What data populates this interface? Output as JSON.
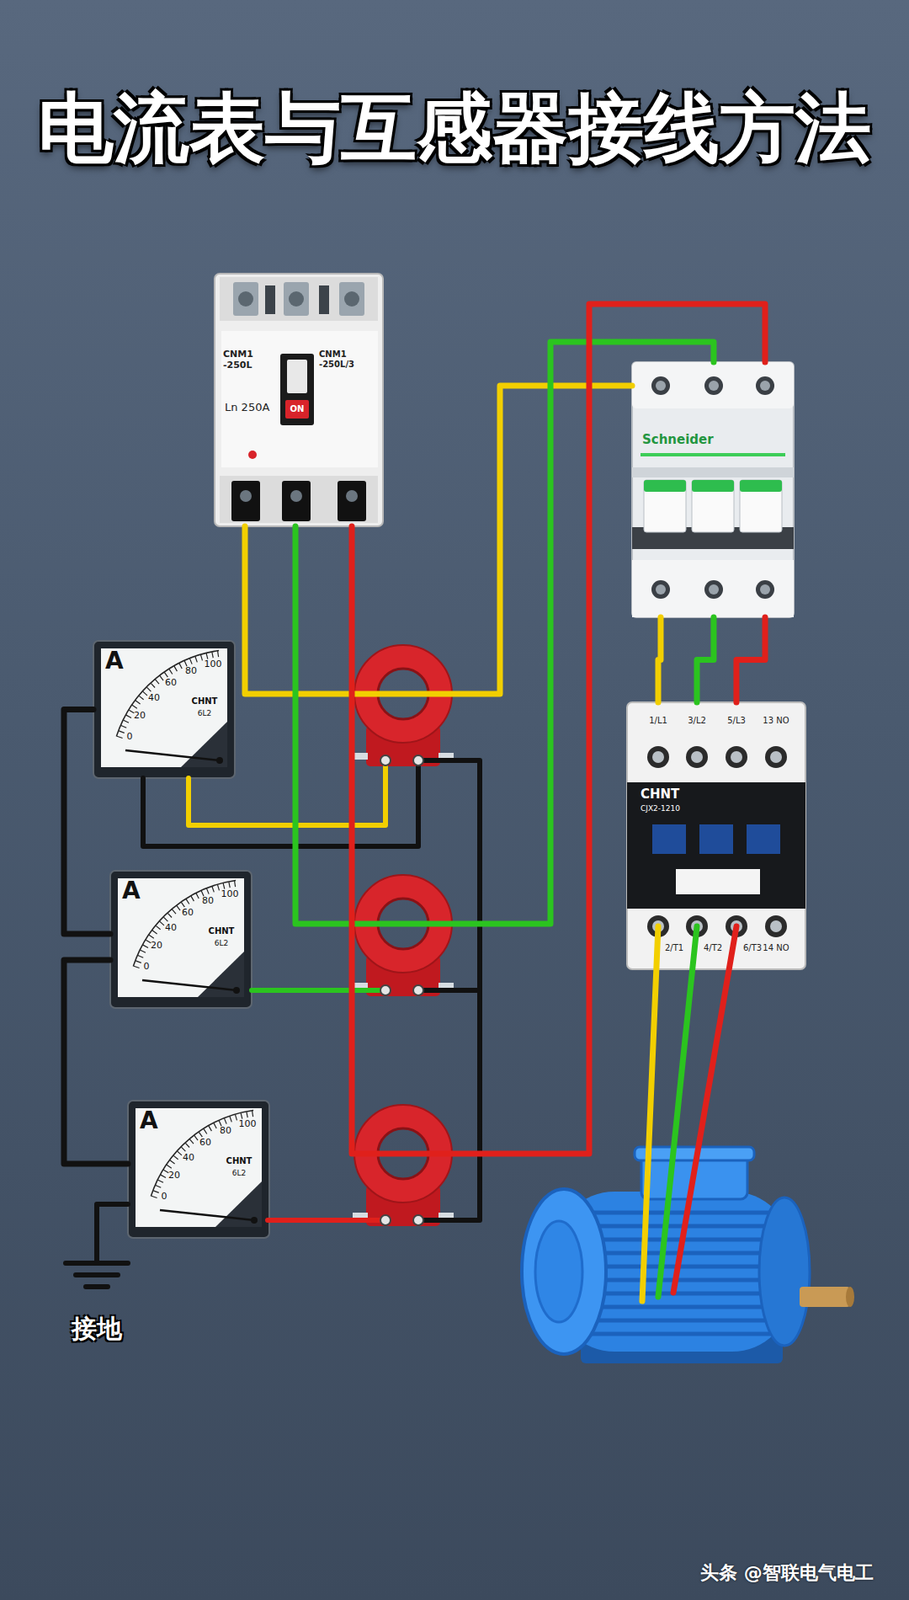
{
  "diagram": {
    "title": "电流表与互感器接线方法",
    "nodes": [
      {
        "text": [
          "CNM1 -250L",
          "CNM1 -250L/3",
          "Ln 250A",
          "ON"
        ]
      },
      {
        "text": [
          "Schneider"
        ]
      },
      {
        "text": [
          "A",
          "0",
          "20",
          "40",
          "60",
          "80",
          "100",
          "CHNT",
          "6L2"
        ]
      },
      {
        "text": [
          "1/L1",
          "3/L2",
          "5/L3",
          "13 NO",
          "CHNT",
          "CJX2-1210",
          "2/T1",
          "4/T2",
          "6/T3",
          "14 NO"
        ]
      },
      {
        "text": [
          "A",
          "0",
          "20",
          "40",
          "60",
          "80",
          "100",
          "CHNT",
          "6L2"
        ]
      },
      {
        "text": [
          "A",
          "0",
          "20",
          "40",
          "60",
          "80",
          "100",
          "CHNT",
          "6L2"
        ]
      }
    ],
    "edges": [
      {
        "from": 0,
        "to": 1,
        "arrow": "none"
      },
      {
        "from": 0,
        "to": 1,
        "arrow": "none"
      },
      {
        "from": 0,
        "to": 1,
        "arrow": "none"
      },
      {
        "from": 1,
        "to": 3,
        "arrow": "none"
      },
      {
        "from": 1,
        "to": 3,
        "arrow": "none"
      },
      {
        "from": 1,
        "to": 3,
        "arrow": "none"
      },
      {
        "from": 2,
        "to": 4,
        "arrow": "none"
      },
      {
        "from": 4,
        "to": 5,
        "arrow": "none"
      }
    ],
    "labels": [
      "接地",
      "头条 @智联电气电工"
    ]
  }
}
